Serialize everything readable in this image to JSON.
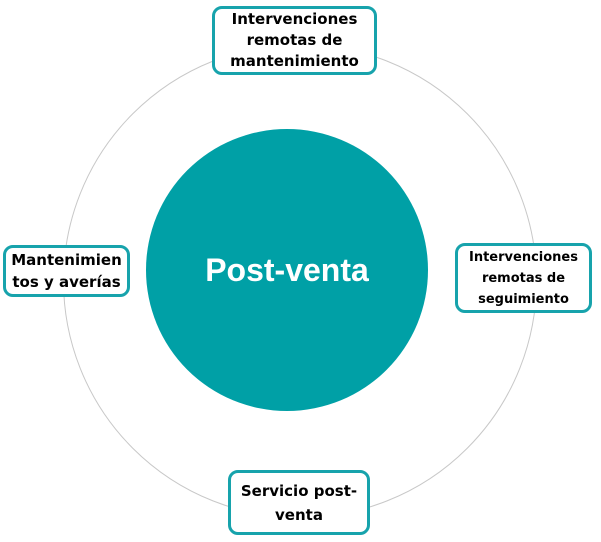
{
  "diagram": {
    "center": {
      "label": "Post-venta"
    },
    "nodes": [
      {
        "position": "top",
        "lines": [
          "Intervenciones",
          "remotas de",
          "mantenimiento"
        ]
      },
      {
        "position": "right",
        "lines": [
          "Intervenciones",
          "remotas de",
          "seguimiento"
        ]
      },
      {
        "position": "bottom",
        "lines": [
          "Servicio post-",
          "venta"
        ]
      },
      {
        "position": "left",
        "lines": [
          "Mantenimien",
          "tos y averías"
        ]
      }
    ],
    "colors": {
      "circle_fill": "#00a0a6",
      "box_border": "#17a3ac",
      "ring_stroke": "#c8c8c8",
      "box_text": "#000000",
      "center_text": "#ffffff"
    }
  }
}
